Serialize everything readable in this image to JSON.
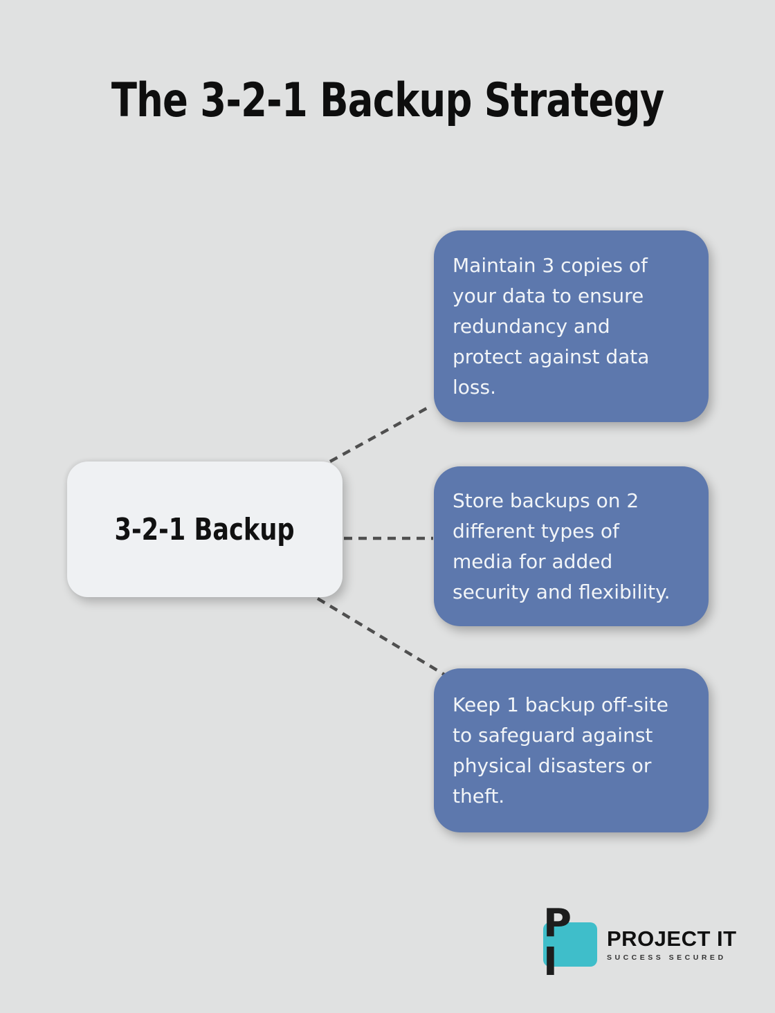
{
  "title": "The 3-2-1 Backup Strategy",
  "center_node": {
    "label": "3-2-1 Backup"
  },
  "branches": [
    {
      "lines": [
        "Maintain 3 copies of",
        "your data to ensure",
        "redundancy and",
        "protect against data",
        "loss."
      ]
    },
    {
      "lines": [
        "Store backups on 2",
        "different types of",
        "media for added",
        "security and flexibility."
      ]
    },
    {
      "lines": [
        "Keep 1 backup off-site",
        "to safeguard against",
        "physical disasters or",
        "theft."
      ]
    }
  ],
  "logo": {
    "monogram": "P I",
    "name": "PROJECT IT",
    "tagline": "SUCCESS SECURED"
  },
  "colors": {
    "background": "#e0e1e1",
    "branch_fill": "#5d78ad",
    "branch_text": "#f2f5f8",
    "center_fill": "#eff1f3",
    "center_text": "#111111",
    "connector": "#4f4f4f",
    "title_text": "#0e0e0e",
    "logo_teal": "#3fbeca",
    "logo_text": "#101010",
    "logo_tagline": "#333333"
  }
}
